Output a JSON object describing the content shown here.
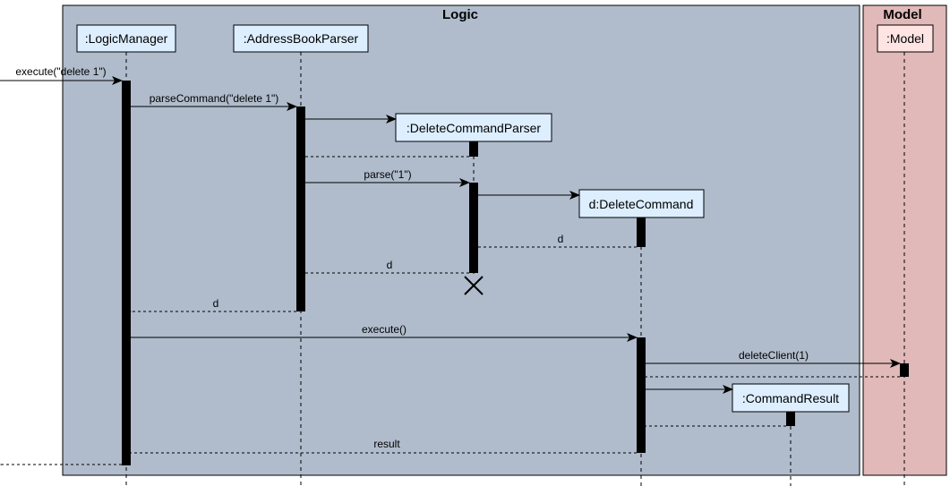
{
  "frames": {
    "logic": {
      "title": "Logic",
      "fill": "#B0BCCC"
    },
    "model": {
      "title": "Model",
      "fill": "#E1B9B9"
    }
  },
  "participants": {
    "logic_manager": ":LogicManager",
    "address_book_parser": ":AddressBookParser",
    "delete_command_parser": ":DeleteCommandParser",
    "delete_command": "d:DeleteCommand",
    "command_result": ":CommandResult",
    "model": ":Model"
  },
  "messages": {
    "m1": "execute(\"delete 1\")",
    "m2": "parseCommand(\"delete 1\")",
    "m3": "parse(\"1\")",
    "m4": "d",
    "m5": "d",
    "m6": "d",
    "m7": "execute()",
    "m8": "deleteClient(1)",
    "m9": "result"
  },
  "colors": {
    "participant_fill": "#DDEEFF",
    "model_participant_fill": "#FFE4E4",
    "activation": "#000000",
    "line": "#000000"
  }
}
